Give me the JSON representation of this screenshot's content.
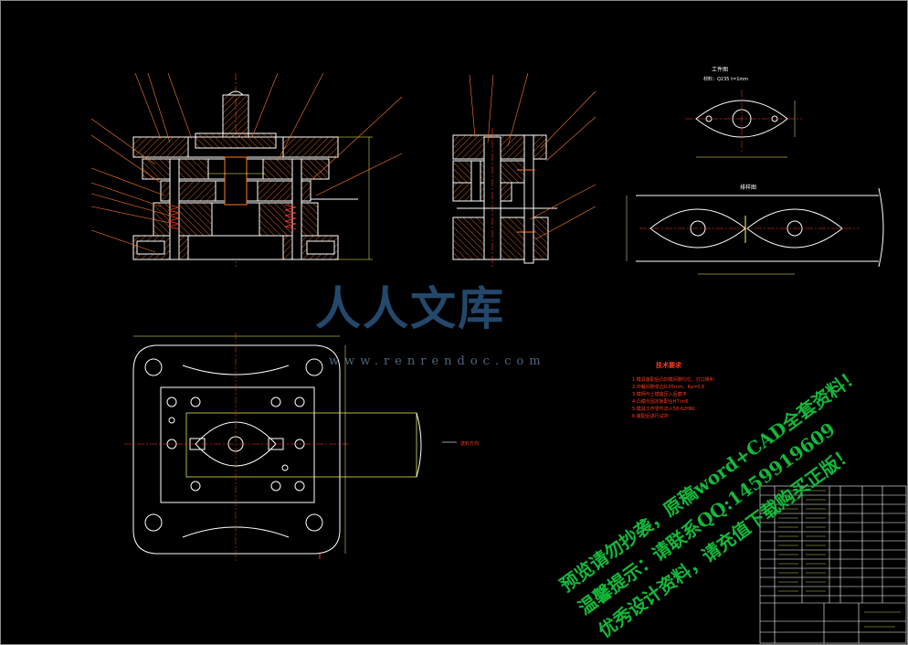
{
  "drawing": {
    "tech_notes_title": "技术要求",
    "tech_notes": [
      "1.模具装配后凸凹模间隙均匀，刃口锋利",
      "2.冲裁间隙单边0.05mm，Ra=0.8",
      "3.模柄与上模座压入后磨平",
      "4.凸模与固定板配合H7/m6",
      "5.模具工作零件淬火58-62HRC",
      "6.装配后进行试冲"
    ],
    "workpiece_label": "工件图",
    "workpiece_note": "材料：Q235 t=1mm",
    "strip_label": "排样图",
    "feed_label": "送料方向"
  },
  "watermark": {
    "logo": "人人文库",
    "url": "www.renrendoc.com",
    "line1": "预览请勿抄袭，原稿word+CAD全套资料！",
    "line2": "温馨提示：请联系QQ:1459919609",
    "line3": "优秀设计资料，请充值下载购买正版！"
  },
  "colors": {
    "background": "#000000",
    "line_primary": "#ffffff",
    "line_yellow": "#ffff66",
    "line_orange": "#ff7a22",
    "line_cyan": "#66ffff",
    "line_red": "#ff3b1f",
    "watermark_green": "#14b83a",
    "watermark_blue": "#2c5a86"
  }
}
